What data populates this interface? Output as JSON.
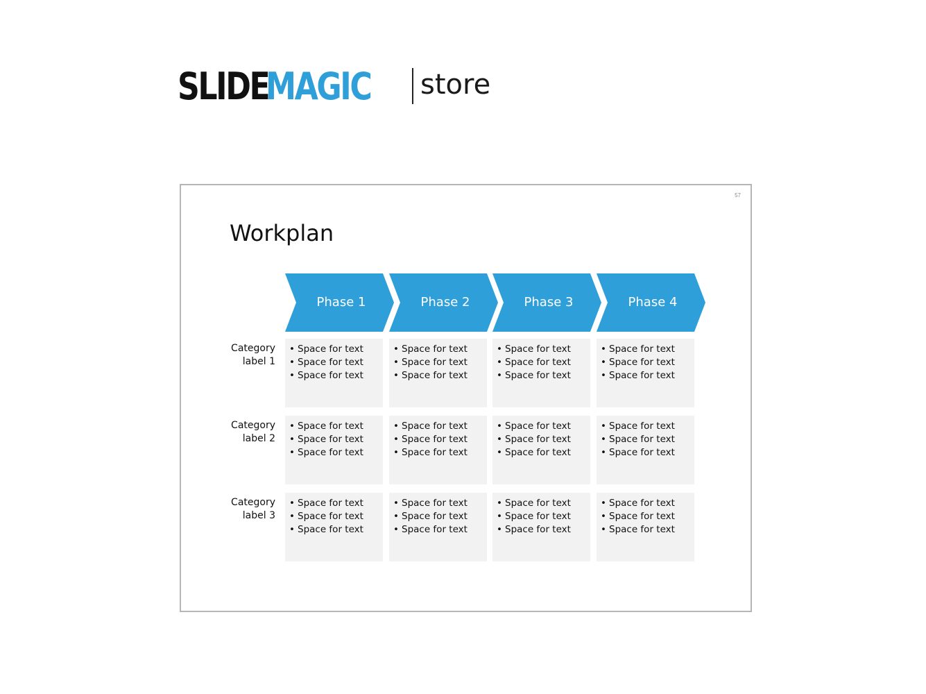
{
  "logo": {
    "part1": "SLIDE",
    "part2": "MAGIC",
    "part3": "store",
    "colors": {
      "part1": "#111111",
      "part2": "#2f9fda"
    }
  },
  "slide": {
    "number": "57",
    "title": "Workplan",
    "accent_color": "#2f9fda",
    "cell_color": "#f2f2f2",
    "phases": [
      "Phase 1",
      "Phase 2",
      "Phase 3",
      "Phase 4"
    ],
    "bullet_glyph": "•",
    "rows": [
      {
        "category_line1": "Category",
        "category_line2": "label 1",
        "cells": [
          [
            "Space for text",
            "Space for text",
            "Space for text"
          ],
          [
            "Space for text",
            "Space for text",
            "Space for text"
          ],
          [
            "Space for text",
            "Space for text",
            "Space for text"
          ],
          [
            "Space for text",
            "Space for text",
            "Space for text"
          ]
        ]
      },
      {
        "category_line1": "Category",
        "category_line2": "label 2",
        "cells": [
          [
            "Space for text",
            "Space for text",
            "Space for text"
          ],
          [
            "Space for text",
            "Space for text",
            "Space for text"
          ],
          [
            "Space for text",
            "Space for text",
            "Space for text"
          ],
          [
            "Space for text",
            "Space for text",
            "Space for text"
          ]
        ]
      },
      {
        "category_line1": "Category",
        "category_line2": "label 3",
        "cells": [
          [
            "Space for text",
            "Space for text",
            "Space for text"
          ],
          [
            "Space for text",
            "Space for text",
            "Space for text"
          ],
          [
            "Space for text",
            "Space for text",
            "Space for text"
          ],
          [
            "Space for text",
            "Space for text",
            "Space for text"
          ]
        ]
      }
    ]
  }
}
